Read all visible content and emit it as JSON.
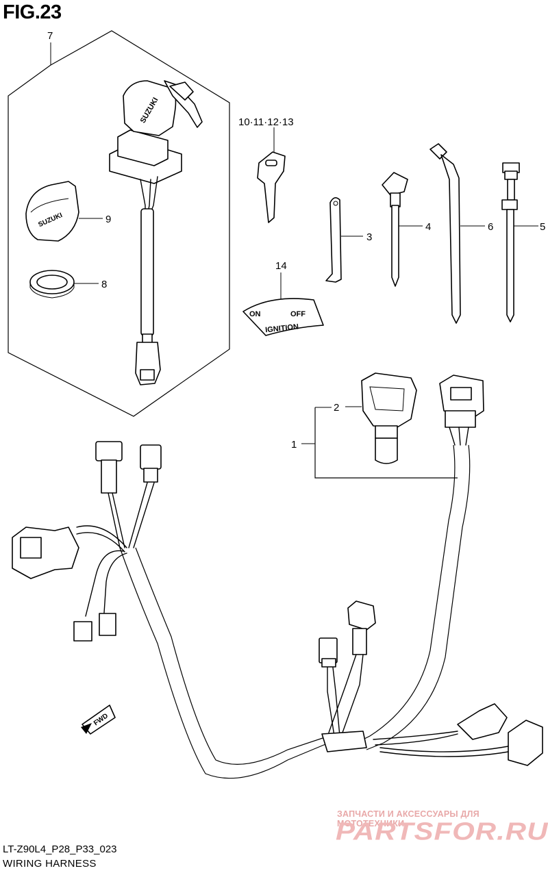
{
  "figure": {
    "title": "FIG.23",
    "code": "LT-Z90L4_P28_P33_023",
    "caption": "WIRING HARNESS"
  },
  "callouts": {
    "c7": "7",
    "c9": "9",
    "c8": "8",
    "c10_13": "10·11·12·13",
    "c14": "14",
    "c3": "3",
    "c4": "4",
    "c6": "6",
    "c5": "5",
    "c2": "2",
    "c1": "1"
  },
  "parts_text": {
    "brand_on_switch": "SUZUKI",
    "brand_on_cap": "SUZUKI",
    "plate_on": "ON",
    "plate_off": "OFF",
    "plate_ignition": "IGNITION",
    "fwd_arrow": "FWD"
  },
  "watermark": {
    "tagline": "ЗАПЧАСТИ И АКСЕССУАРЫ ДЛЯ МОТОТЕХНИКИ",
    "brand": "PARTSFOR.RU"
  }
}
